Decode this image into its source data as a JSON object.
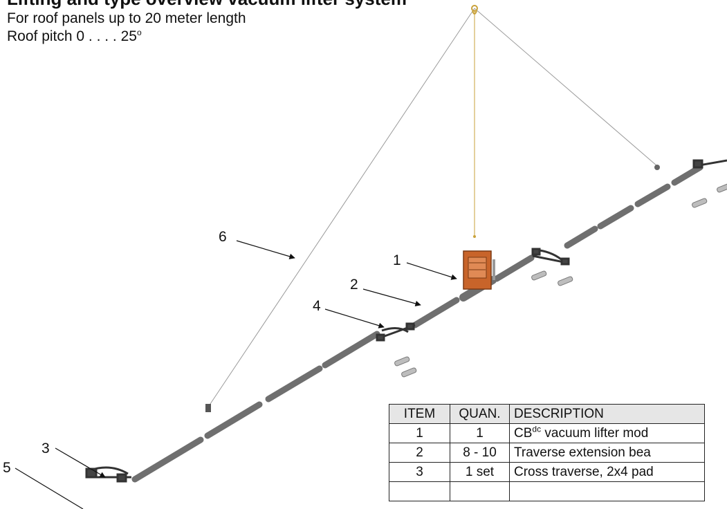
{
  "header": {
    "title_clipped": "Lifting and type overview vacuum lifter system",
    "subtitle": "For roof panels up to 20 meter length",
    "pitch_label": "Roof pitch 0 . . . . 25",
    "pitch_unit": "o"
  },
  "callouts": [
    "1",
    "2",
    "3",
    "4",
    "5",
    "6"
  ],
  "table": {
    "headers": [
      "ITEM",
      "QUAN.",
      "DESCRIPTION"
    ],
    "rows": [
      {
        "item": "1",
        "quan": "1",
        "desc_prefix": "CB",
        "desc_sup": "dc",
        "desc": " vacuum lifter mod"
      },
      {
        "item": "2",
        "quan": "8 - 10",
        "desc_prefix": "",
        "desc_sup": "",
        "desc": "Traverse extension bea"
      },
      {
        "item": "3",
        "quan": "1 set",
        "desc_prefix": "",
        "desc_sup": "",
        "desc": "Cross traverse, 2x4 pad"
      }
    ]
  },
  "colors": {
    "beam": "#6f6f6f",
    "beam_dark": "#4a4a4a",
    "lifter": "#c8642a",
    "cable": "#9a9a9a",
    "hook": "#c9a23a",
    "table_header_bg": "#e6e6e6"
  }
}
